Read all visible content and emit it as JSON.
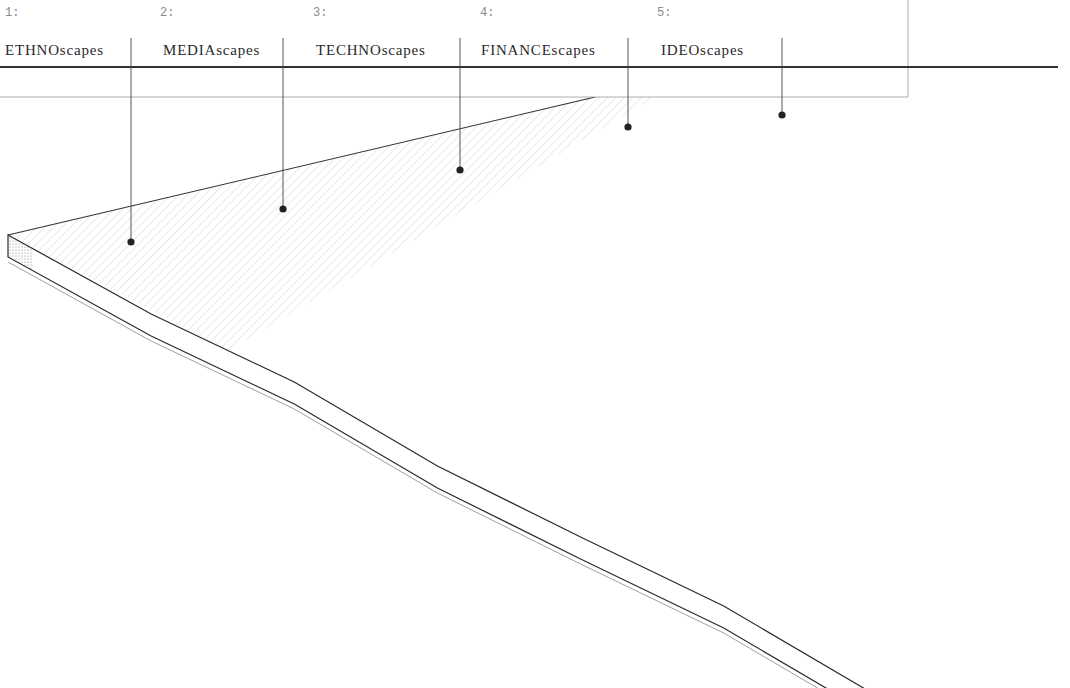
{
  "diagram": {
    "labels": [
      "1:",
      "ETHNOscapes",
      "2:",
      "MEDIAscapes",
      "3:",
      "TECHNOscapes",
      "4:",
      "FINANCEscapes",
      "5:",
      "IDEOscapes"
    ]
  }
}
